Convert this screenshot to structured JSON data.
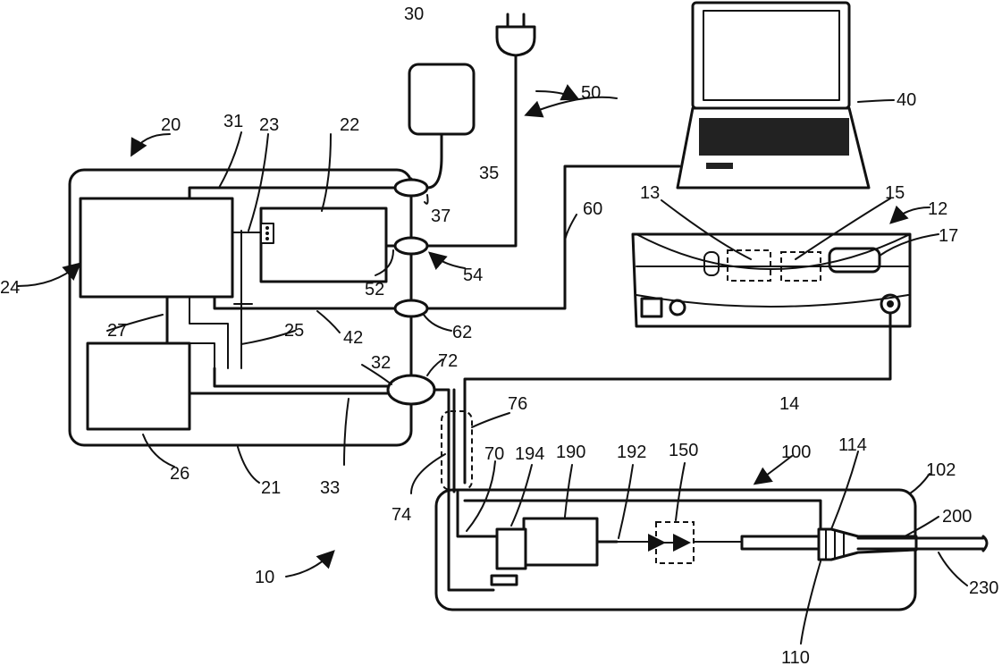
{
  "labels": {
    "l10": "10",
    "l12": "12",
    "l13": "13",
    "l14": "14",
    "l15": "15",
    "l17": "17",
    "l20": "20",
    "l21": "21",
    "l22": "22",
    "l23": "23",
    "l24": "24",
    "l25": "25",
    "l26": "26",
    "l27": "27",
    "l30": "30",
    "l31": "31",
    "l32": "32",
    "l33": "33",
    "l35": "35",
    "l37": "37",
    "l40": "40",
    "l42": "42",
    "l50": "50",
    "l52": "52",
    "l54": "54",
    "l60": "60",
    "l62": "62",
    "l70": "70",
    "l72": "72",
    "l74": "74",
    "l76": "76",
    "l100": "100",
    "l102": "102",
    "l110": "110",
    "l114": "114",
    "l150": "150",
    "l190": "190",
    "l192": "192",
    "l194": "194",
    "l200": "200",
    "l230": "230"
  }
}
